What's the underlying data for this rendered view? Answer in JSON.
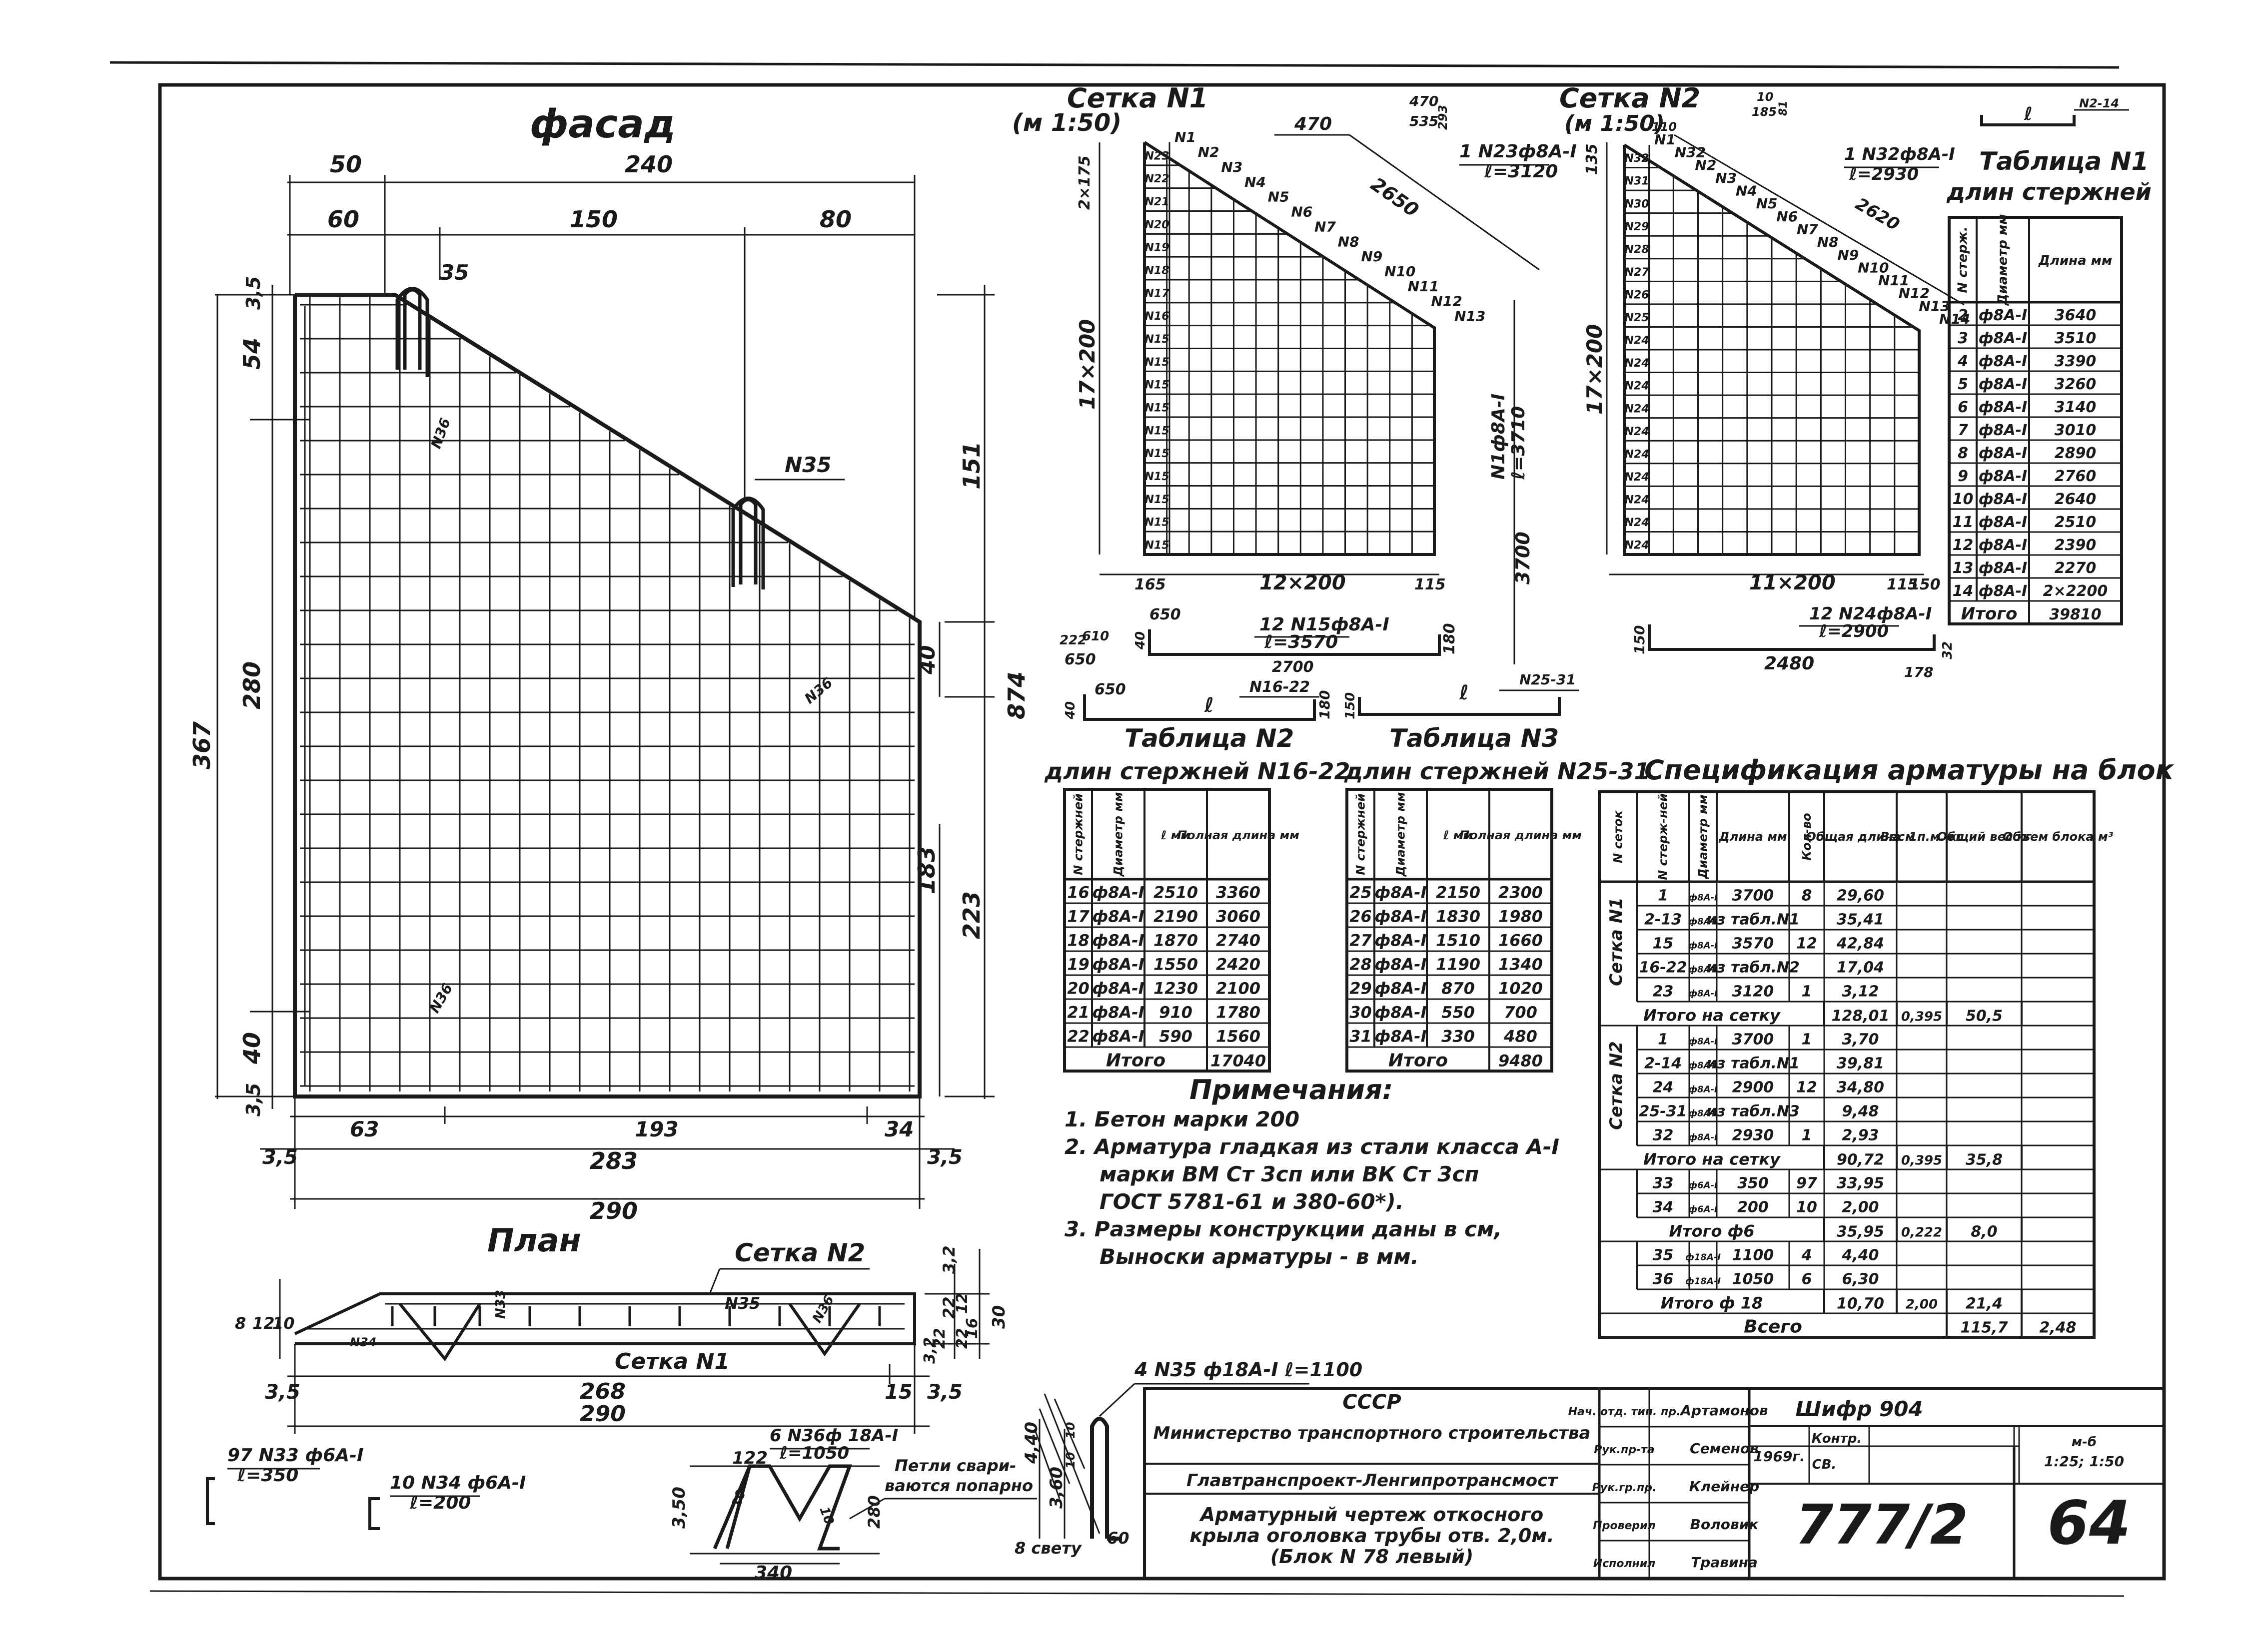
{
  "facade": {
    "title": "фасад",
    "dims_top": [
      "50",
      "240",
      "60",
      "150",
      "80",
      "35"
    ],
    "dims_left": [
      "3,5",
      "54",
      "280",
      "367",
      "40",
      "3,5"
    ],
    "dims_right": [
      "151",
      "40",
      "874",
      "183",
      "223"
    ],
    "dims_bottom": [
      "63",
      "193",
      "34",
      "3,5",
      "283",
      "3,5",
      "290"
    ],
    "callouts": [
      "N35",
      "N36",
      "N36",
      "N36"
    ]
  },
  "plan": {
    "title": "План",
    "labels": [
      "Сетка N2",
      "Сетка N1",
      "N33",
      "N34",
      "N35",
      "N36"
    ],
    "dims_left": [
      "8",
      "12",
      "10"
    ],
    "dims_right": [
      "3,2",
      "22",
      "3,2",
      "30",
      "16",
      "22",
      "12",
      "22"
    ],
    "dims_bottom": [
      "3,5",
      "268",
      "15",
      "3,5",
      "290"
    ]
  },
  "details": {
    "n33": [
      "97 N33 ф6А-I",
      "ℓ=350"
    ],
    "n34": [
      "10 N34 ф6А-I",
      "ℓ=200"
    ],
    "n36": [
      "6 N36ф 18А-I",
      "ℓ=1050"
    ],
    "n36_dims": [
      "122",
      "3,50",
      "280",
      "340",
      "10",
      "10"
    ],
    "loop_note": [
      "Петли свари-",
      "ваются попарно"
    ],
    "n35": "4 N35 ф18А-I ℓ=1100",
    "n35_dims": [
      "4,40",
      "3,60",
      "8 свету",
      "60",
      "10",
      "10"
    ]
  },
  "setka1": {
    "title": "Сетка N1",
    "scale": "(м 1:50)",
    "bar_labels": [
      "N1",
      "N2",
      "N3",
      "N4",
      "N5",
      "N6",
      "N7",
      "N8",
      "N9",
      "N10",
      "N11",
      "N12",
      "N13"
    ],
    "left_labels": [
      "N23",
      "N22",
      "N21",
      "N20",
      "N19",
      "N18",
      "N17",
      "N16",
      "N15",
      "N15",
      "N15",
      "N15",
      "N15",
      "N15",
      "N15",
      "N15",
      "N15",
      "N15"
    ],
    "top_dims": [
      "470",
      "470",
      "535",
      "293"
    ],
    "callout": [
      "1 N23ф8А-I",
      "ℓ=3120"
    ],
    "diag_dim": "2650",
    "left_dims": [
      "2×175",
      "17×200"
    ],
    "bottom_dims": [
      "165",
      "12×200",
      "115"
    ],
    "side_dim": [
      "N1ф8А-I",
      "ℓ=3710"
    ],
    "vert_dim": "3700",
    "bar_shape": [
      "12 N15ф8А-I",
      "ℓ=3570",
      "650",
      "222",
      "610",
      "650",
      "40",
      "2700",
      "180"
    ],
    "bar_16_22": [
      "ℓ",
      "N16-22",
      "40",
      "650",
      "180"
    ]
  },
  "setka2": {
    "title": "Сетка N2",
    "scale": "(м 1:50)",
    "bar_labels": [
      "N1",
      "N32",
      "N2",
      "N3",
      "N4",
      "N5",
      "N6",
      "N7",
      "N8",
      "N9",
      "N10",
      "N11",
      "N12",
      "N13",
      "N14"
    ],
    "left_labels": [
      "N32",
      "N31",
      "N30",
      "N29",
      "N28",
      "N27",
      "N26",
      "N25",
      "N24",
      "N24",
      "N24",
      "N24",
      "N24",
      "N24",
      "N24",
      "N24",
      "N24",
      "N24"
    ],
    "top_dims": [
      "110",
      "10",
      "185",
      "81"
    ],
    "callout": [
      "1 N32ф8А-I",
      "ℓ=2930"
    ],
    "diag_dim": "2620",
    "left_dims": [
      "135",
      "17×200"
    ],
    "bottom_dims": [
      "11×200",
      "115",
      "150"
    ],
    "bar_shape": [
      "12 N24ф8А-I",
      "ℓ=2900",
      "150",
      "2480",
      "178",
      "32"
    ],
    "bar_25_31": [
      "ℓ",
      "N25-31",
      "150"
    ],
    "ref": [
      "ℓ",
      "N2-14"
    ]
  },
  "table1": {
    "title": "Таблица N1",
    "subtitle": "длин стержней",
    "headers": [
      "N стерж.",
      "Диаметр мм",
      "Длина мм"
    ],
    "rows": [
      [
        "2",
        "ф8А-I",
        "3640"
      ],
      [
        "3",
        "ф8А-I",
        "3510"
      ],
      [
        "4",
        "ф8А-I",
        "3390"
      ],
      [
        "5",
        "ф8А-I",
        "3260"
      ],
      [
        "6",
        "ф8А-I",
        "3140"
      ],
      [
        "7",
        "ф8А-I",
        "3010"
      ],
      [
        "8",
        "ф8А-I",
        "2890"
      ],
      [
        "9",
        "ф8А-I",
        "2760"
      ],
      [
        "10",
        "ф8А-I",
        "2640"
      ],
      [
        "11",
        "ф8А-I",
        "2510"
      ],
      [
        "12",
        "ф8А-I",
        "2390"
      ],
      [
        "13",
        "ф8А-I",
        "2270"
      ],
      [
        "14",
        "ф8А-I",
        "2×2200"
      ]
    ],
    "total": [
      "Итого",
      "39810"
    ]
  },
  "table2": {
    "title": "Таблица N2",
    "subtitle": "длин стержней N16-22",
    "headers": [
      "N стержней",
      "Диаметр мм",
      "ℓ мм",
      "Полная длина мм"
    ],
    "rows": [
      [
        "16",
        "ф8А-I",
        "2510",
        "3360"
      ],
      [
        "17",
        "ф8А-I",
        "2190",
        "3060"
      ],
      [
        "18",
        "ф8А-I",
        "1870",
        "2740"
      ],
      [
        "19",
        "ф8А-I",
        "1550",
        "2420"
      ],
      [
        "20",
        "ф8А-I",
        "1230",
        "2100"
      ],
      [
        "21",
        "ф8А-I",
        "910",
        "1780"
      ],
      [
        "22",
        "ф8А-I",
        "590",
        "1560"
      ]
    ],
    "total": [
      "Итого",
      "17040"
    ]
  },
  "table3": {
    "title": "Таблица N3",
    "subtitle": "длин стержней N25-31",
    "headers": [
      "N стержней",
      "Диаметр мм",
      "ℓ мм",
      "Полная длина мм"
    ],
    "rows": [
      [
        "25",
        "ф8А-I",
        "2150",
        "2300"
      ],
      [
        "26",
        "ф8А-I",
        "1830",
        "1980"
      ],
      [
        "27",
        "ф8А-I",
        "1510",
        "1660"
      ],
      [
        "28",
        "ф8А-I",
        "1190",
        "1340"
      ],
      [
        "29",
        "ф8А-I",
        "870",
        "1020"
      ],
      [
        "30",
        "ф8А-I",
        "550",
        "700"
      ],
      [
        "31",
        "ф8А-I",
        "330",
        "480"
      ]
    ],
    "total": [
      "Итого",
      "9480"
    ]
  },
  "spec": {
    "title": "Спецификация арматуры на блок",
    "headers": [
      "N сеток",
      "N стерж-ней",
      "Диаметр мм",
      "Длина мм",
      "Кол-во",
      "Общая длина м",
      "Вес 1п.м. кг",
      "Общий вес кг",
      "Объем блока м³"
    ],
    "group1": "Сетка N1",
    "group2": "Сетка N2",
    "rows1": [
      [
        "1",
        "ф8А-I",
        "3700",
        "8",
        "29,60"
      ],
      [
        "2-13",
        "ф8А-I",
        "из табл.N1",
        "",
        "35,41"
      ],
      [
        "15",
        "ф8А-I",
        "3570",
        "12",
        "42,84"
      ],
      [
        "16-22",
        "ф8А-I",
        "из табл.N2",
        "",
        "17,04"
      ],
      [
        "23",
        "ф8А-I",
        "3120",
        "1",
        "3,12"
      ]
    ],
    "sub1": [
      "Итого на сетку",
      "128,01",
      "0,395",
      "50,5"
    ],
    "rows2": [
      [
        "1",
        "ф8А-I",
        "3700",
        "1",
        "3,70"
      ],
      [
        "2-14",
        "ф8А-I",
        "из табл.N1",
        "",
        "39,81"
      ],
      [
        "24",
        "ф8А-I",
        "2900",
        "12",
        "34,80"
      ],
      [
        "25-31",
        "ф8А-I",
        "из табл.N3",
        "",
        "9,48"
      ],
      [
        "32",
        "ф8А-I",
        "2930",
        "1",
        "2,93"
      ]
    ],
    "sub2": [
      "Итого на сетку",
      "90,72",
      "0,395",
      "35,8"
    ],
    "rows3": [
      [
        "33",
        "ф6А-I",
        "350",
        "97",
        "33,95"
      ],
      [
        "34",
        "ф6А-I",
        "200",
        "10",
        "2,00"
      ]
    ],
    "sub3": [
      "Итого ф6",
      "35,95",
      "0,222",
      "8,0"
    ],
    "rows4": [
      [
        "35",
        "ф18А-I",
        "1100",
        "4",
        "4,40"
      ],
      [
        "36",
        "ф18А-I",
        "1050",
        "6",
        "6,30"
      ]
    ],
    "sub4": [
      "Итого ф 18",
      "10,70",
      "2,00",
      "21,4"
    ],
    "total": [
      "Всего",
      "115,7",
      "2,48"
    ]
  },
  "notes": {
    "title": "Примечания:",
    "lines": [
      "1. Бетон марки 200",
      "2. Арматура гладкая из стали класса А-I",
      "марки ВМ Ст 3сп или ВК Ст 3сп",
      "ГОСТ 5781-61 и 380-60*).",
      "3. Размеры конструкции даны в см,",
      "Выноски арматуры - в мм."
    ]
  },
  "titleblock": {
    "org1": "СССР",
    "org2": "Министерство транспортного строительства",
    "org3": "Главтранспроект-Ленгипротрансмост",
    "roles": [
      "Нач. отд. тип. пр.",
      "Рук.пр-та",
      "Рук.гр.пр.",
      "Проверил",
      "Исполнил"
    ],
    "names": [
      "Артамонов",
      "Семенов",
      "Клейнер",
      "Воловик",
      "Травина"
    ],
    "year": "1969г.",
    "kontr": "Контр.",
    "sv": "СВ.",
    "scale": [
      "м-б",
      "1:25; 1:50"
    ],
    "shifr": "Шифр 904",
    "drawing_title": [
      "Арматурный чертеж откосного",
      "крыла оголовка трубы отв. 2,0м.",
      "(Блок N 78 левый)"
    ],
    "doc_no": "777/2",
    "sheet": "64"
  }
}
